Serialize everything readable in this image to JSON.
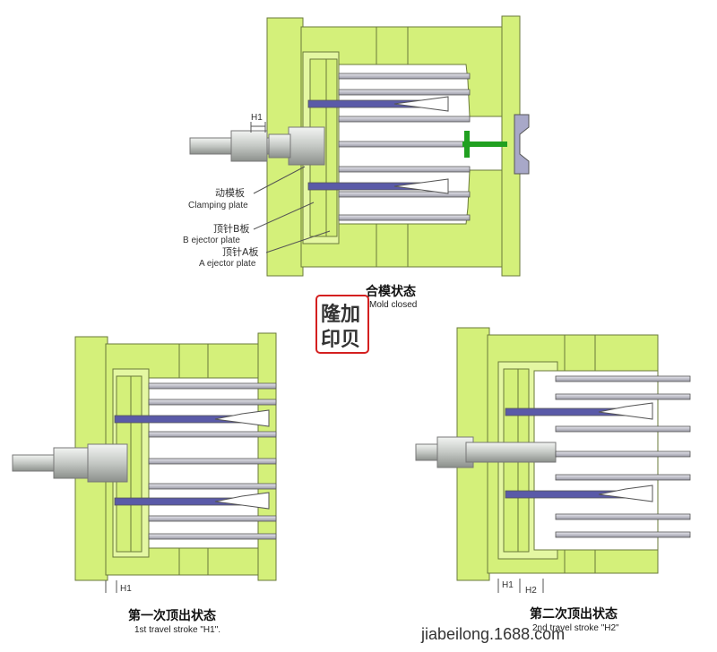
{
  "top": {
    "h1_label": "H1",
    "labels": {
      "clamping_cn": "动模板",
      "clamping_en": "Clamping plate",
      "b_ejector_cn": "顶针B板",
      "b_ejector_en": "B ejector plate",
      "a_ejector_cn": "顶针A板",
      "a_ejector_en": "A ejector plate"
    },
    "caption_cn": "合模状态",
    "caption_en": "Mold closed"
  },
  "stamp": {
    "line1": "隆加",
    "line2": "印贝"
  },
  "left": {
    "h1_label": "H1",
    "caption_cn": "第一次顶出状态",
    "caption_en": "1st travel stroke \"H1\"."
  },
  "right": {
    "h1_label": "H1",
    "h2_label": "H2",
    "caption_cn": "第二次顶出状态",
    "caption_en": "2nd travel stroke \"H2\""
  },
  "watermark": "jiabeilong.1688.com",
  "colors": {
    "plate": "#d4f07a",
    "plate_stroke": "#6a7a3a",
    "pin": "#c8c8d0",
    "pin_dark": "#5a5aa8",
    "ram": "#d0d4d0",
    "stamp": "#d42020",
    "gate": "#20a020"
  }
}
